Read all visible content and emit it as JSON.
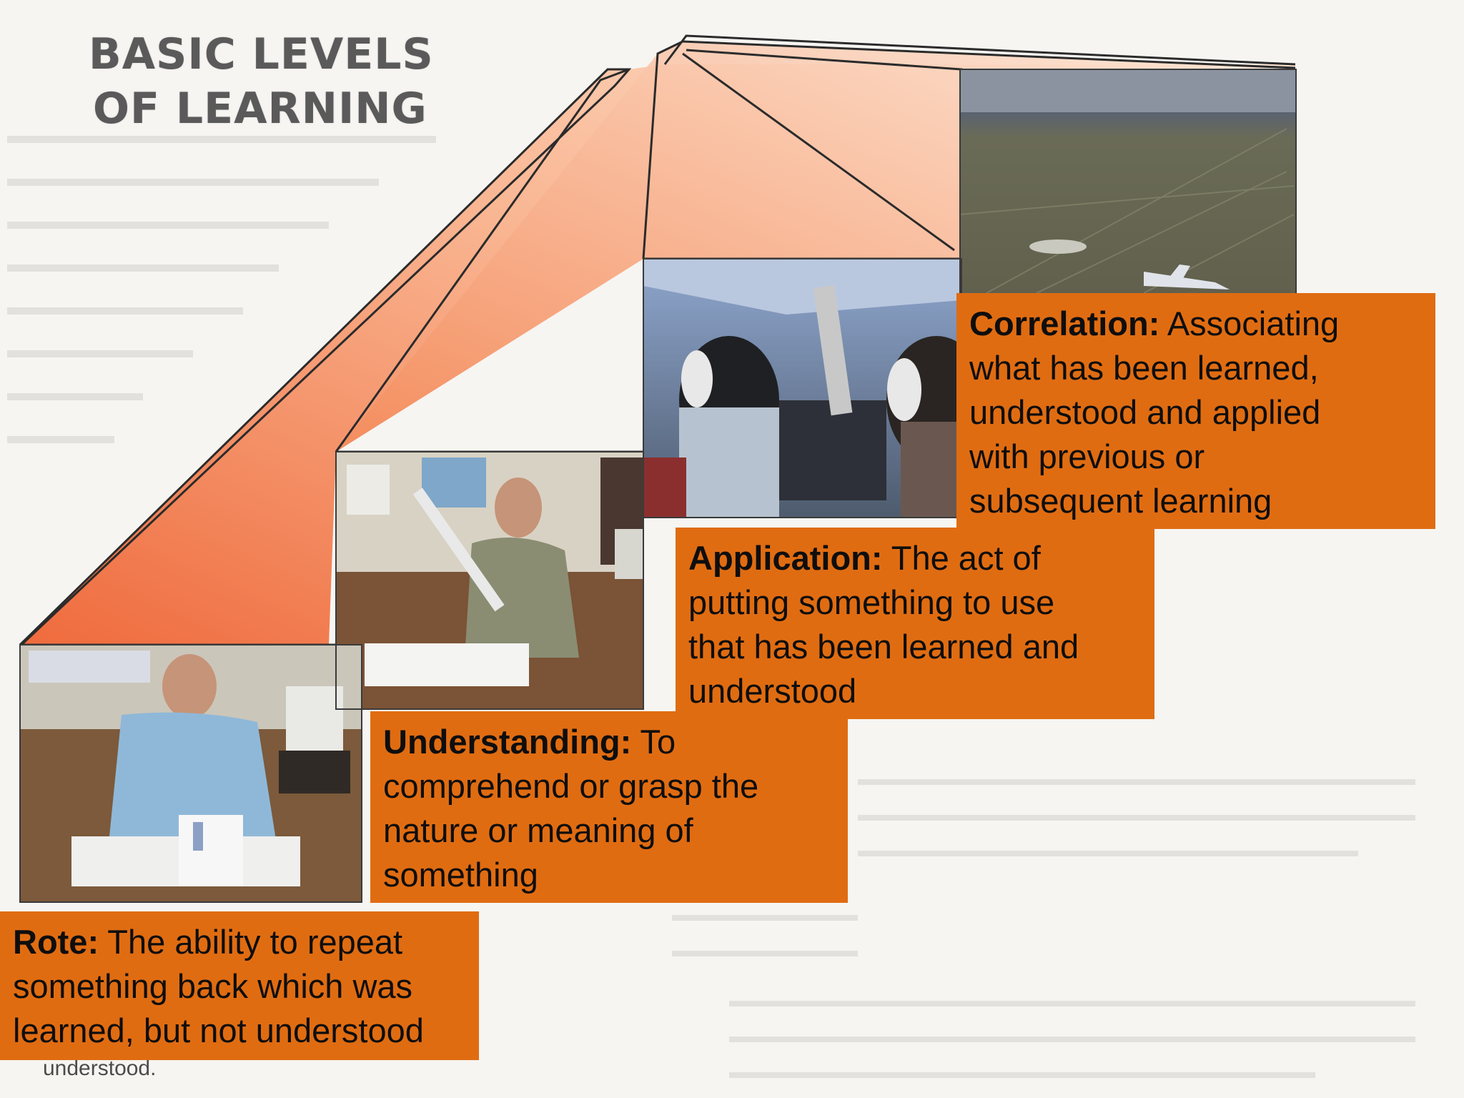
{
  "title": {
    "line1": "BASIC LEVELS",
    "line2": "OF LEARNING"
  },
  "levels": [
    {
      "term": "Rote:",
      "lines": [
        " The ability to repeat",
        "something  back which was",
        "learned, but not understood"
      ]
    },
    {
      "term": "Understanding:",
      "lines": [
        " To",
        "comprehend or grasp the",
        "nature or meaning of",
        "something"
      ]
    },
    {
      "term": "Application:",
      "lines": [
        " The act of",
        "putting something to use",
        "that has been learned and",
        "understood"
      ]
    },
    {
      "term": "Correlation:",
      "lines": [
        " Associating",
        "what has been learned,",
        "understood and applied",
        "with previous or",
        "subsequent learning"
      ]
    }
  ],
  "background_caption": "understood.",
  "colors": {
    "box": "#e06c12",
    "wedge_light": "#fbd9c2",
    "wedge_dark": "#ee6a3a",
    "title": "#5a5a5a"
  }
}
